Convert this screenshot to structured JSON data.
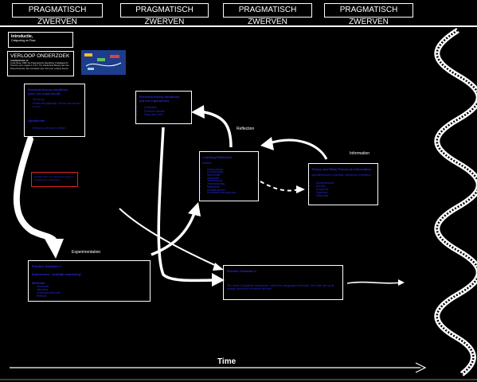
{
  "header": {
    "tabs": [
      "PRAGMATISCH ZWERVEN",
      "PRAGMATISCH ZWERVEN",
      "PRAGMATISCH ZWERVEN",
      "PRAGMATISCH ZWERVEN"
    ]
  },
  "intro": {
    "title": "Introductie,",
    "subtitle": "Ontsporing en Flow"
  },
  "verloop": {
    "title": "VERLOOP ONDERZOEK",
    "subtitle": "ONDERZOEK M",
    "text": "Linda Pauw, 1982. De Pragmatische Wandeling: Praktijkgericht Theorie Leren, pagina 1-2-3-4. Tim Vanderboss Bergen aan Zee kleine flexionele. Een tool biedt meer zicht over ontwerp theorie"
  },
  "personal1": {
    "title": "Personal theory-mindlines",
    "subtitle": "(over het experiment)",
    "items": [
      "Set me op",
      "Eerste kerkplaatselijk: Gevoel voor kennen en tour"
    ],
    "section": "Opvallende",
    "section_items": [
      "Nieuwe on de Lezen of Moet"
    ]
  },
  "personal2": {
    "title": "Personal theory-mindlines",
    "subtitle": "(na het experiment)",
    "items": [
      "Conclusies",
      "Praat met mensen",
      "Terug naar Doen"
    ]
  },
  "redbox": {
    "text": "Ontdekt door de onderzoeksvraag en Guideline en vertrekpunt"
  },
  "learning": {
    "title": "Learning Reflection",
    "subtitle": "kwaliteit",
    "items": [
      "Samenwerken",
      "Communicatie",
      "Interpretatie",
      "Observatie",
      "Teamverband",
      "Verantwoording",
      "Reflecteren",
      "Creatief denken",
      "Doorbreken van patronen"
    ]
  },
  "theory": {
    "title": "Theory and Meta-Theory as information",
    "subtitle": "Inspiratiebronnen: informatie, references en literatuur",
    "items": [
      "Doelgerichtheid",
      "Bronnen",
      "Cooperatie",
      "Eigenheid",
      "Observatie"
    ]
  },
  "practice1": {
    "title": "Practice Situation 1",
    "subtitle": "Experiment: \"praktijk wandeling\"",
    "section": "Methode",
    "items": [
      "Observatie",
      "Interviews",
      "Onderzoek bijhouden",
      "Reflectie"
    ]
  },
  "practice2": {
    "title": "Practice Situation 2",
    "text": "Een nieuw of volgende experiment, vanuit een aangepast onderzoek. Een kaart die op de praktijk toeleidt en vernieuwt het doel"
  },
  "labels": {
    "experimentation": "Experimentation",
    "reflection": "Reflection",
    "information": "Information",
    "time": "Time"
  },
  "colors": {
    "background": "#000000",
    "card_text": "#2a2ae0",
    "accent_red": "#e02020"
  }
}
